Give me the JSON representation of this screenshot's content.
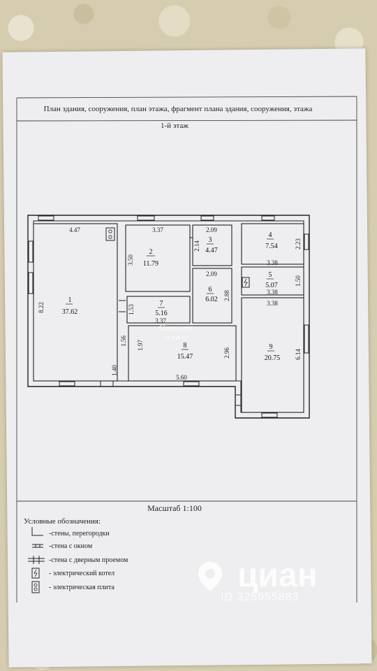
{
  "header": {
    "title": "План здания, сооружения, план этажа, фрагмент плана здания, сооружения, этажа"
  },
  "floor_label": "1-й этаж",
  "rooms": [
    {
      "num": "1",
      "area": "37.62"
    },
    {
      "num": "2",
      "area": "11.79"
    },
    {
      "num": "3",
      "area": "4.47"
    },
    {
      "num": "4",
      "area": "7.54"
    },
    {
      "num": "5",
      "area": "5.07"
    },
    {
      "num": "6",
      "area": "6.02"
    },
    {
      "num": "7",
      "area": "5.16"
    },
    {
      "num": "8",
      "area": "15.47"
    },
    {
      "num": "9",
      "area": "20.75"
    }
  ],
  "dimensions": [
    "4.47",
    "8.22",
    "3.37",
    "3.50",
    "2.09",
    "2.14",
    "2.09",
    "2.88",
    "3.38",
    "2.23",
    "3.38",
    "1.50",
    "3.38",
    "1.53",
    "3.37",
    "1.56",
    "1.97",
    "1.40",
    "2.96",
    "5.60",
    "6.14"
  ],
  "scale": "Масштаб 1:100",
  "legend": {
    "title": "Условные обозначения:",
    "items": [
      "-стены, перегородки",
      "-стена с окном",
      "-стена с дверным проемом",
      "- электрический котел",
      "- электрическая плита"
    ]
  },
  "watermarks": {
    "center_line1": "Самолет",
    "center_line2": "плюс",
    "brand": "циан",
    "id": "ID 325955883"
  }
}
